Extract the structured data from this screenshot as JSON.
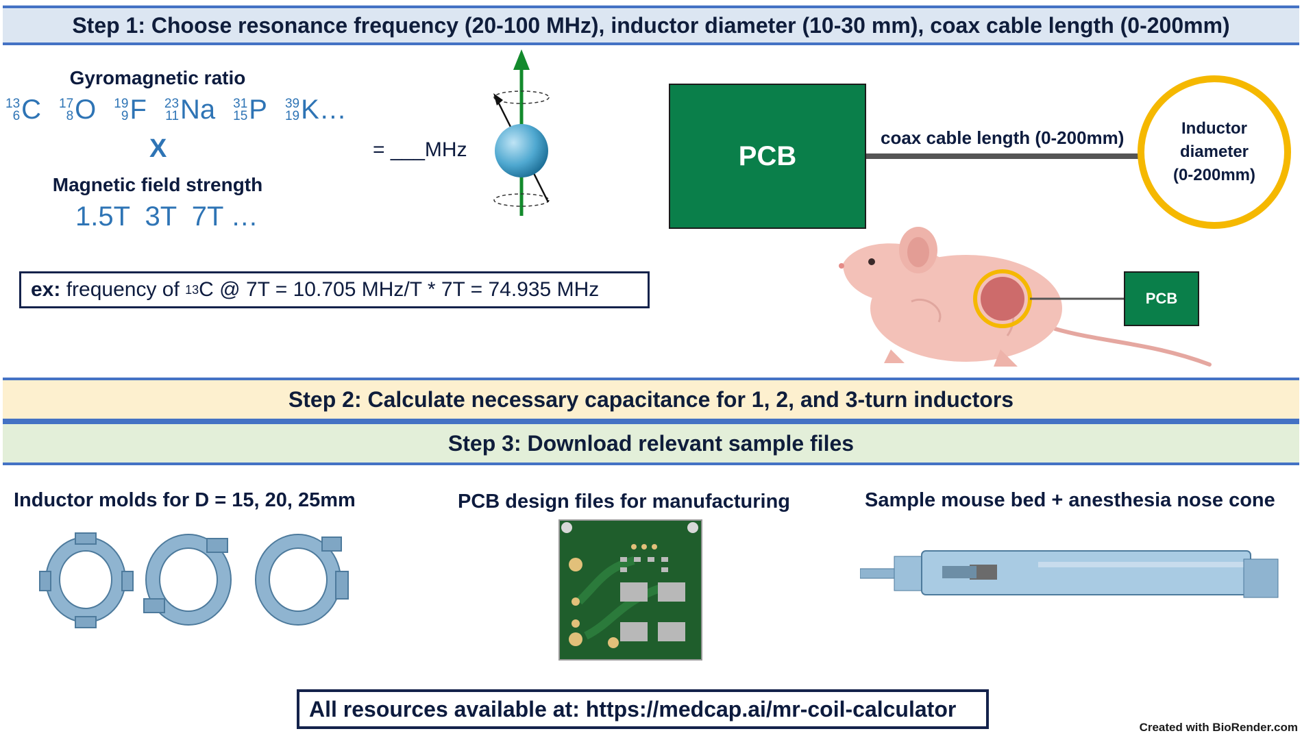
{
  "step1": {
    "title": "Step 1: Choose resonance frequency (20-100 MHz), inductor diameter (10-30 mm), coax cable length (0-200mm)",
    "gyro_label": "Gyromagnetic ratio",
    "isotopes": [
      {
        "mass": "13",
        "atomic": "6",
        "symbol": "C"
      },
      {
        "mass": "17",
        "atomic": "8",
        "symbol": "O"
      },
      {
        "mass": "19",
        "atomic": "9",
        "symbol": "F"
      },
      {
        "mass": "23",
        "atomic": "11",
        "symbol": "Na"
      },
      {
        "mass": "31",
        "atomic": "15",
        "symbol": "P"
      },
      {
        "mass": "39",
        "atomic": "19",
        "symbol": "K"
      }
    ],
    "isotopes_more": "…",
    "times": "X",
    "field_label": "Magnetic field strength",
    "field_values": "1.5T  3T  7T …",
    "equals": "= ___MHz",
    "example": {
      "prefix": "ex:",
      "text_before": " frequency of ",
      "sup": "13",
      "text_after": "C @ 7T = 10.705 MHz/T * 7T = 74.935 MHz"
    },
    "diagram": {
      "pcb_label": "PCB",
      "cable_label": "coax cable length (0-200mm)",
      "inductor_label_1": "Inductor",
      "inductor_label_2": "diameter",
      "inductor_label_3": "(0-200mm)",
      "pcb_small_label": "PCB"
    }
  },
  "step2": {
    "title": "Step 2: Calculate necessary capacitance for 1, 2, and 3-turn inductors"
  },
  "step3": {
    "title": "Step 3: Download relevant sample files",
    "molds_title": "Inductor molds for D = 15, 20, 25mm",
    "pcb_title": "PCB design files for manufacturing",
    "bed_title": "Sample mouse bed + anesthesia nose cone"
  },
  "resources": {
    "label": "All resources available at: ",
    "url": "https://medcap.ai/mr-coil-calculator"
  },
  "credit": "Created with BioRender.com",
  "colors": {
    "banner_blue": "#dce6f2",
    "banner_yellow": "#fdf0cf",
    "banner_green": "#e3efd9",
    "pcb_green": "#0a7f4a",
    "ring_yellow": "#f5b800",
    "isotope_blue": "#2e74b5"
  }
}
